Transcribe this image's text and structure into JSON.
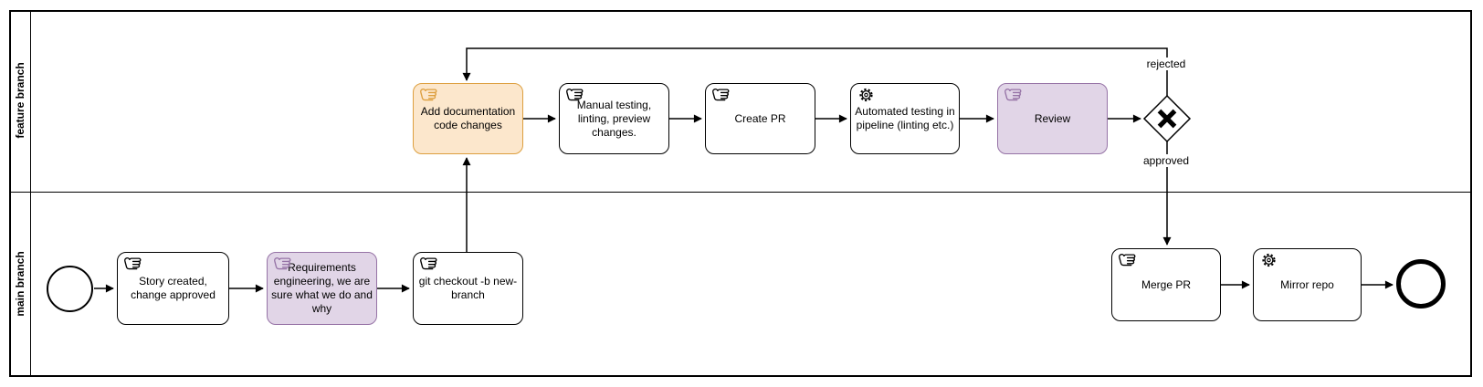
{
  "diagram_type": "BPMN process diagram",
  "lanes": [
    {
      "label": "feature branch"
    },
    {
      "label": "main branch"
    }
  ],
  "nodes": {
    "start_event": {
      "type": "start-event"
    },
    "story_created": {
      "label": "Story created, change approved",
      "type": "manual-task",
      "style": "default"
    },
    "requirements": {
      "label": "Requirements engineering, we are sure what we do and why",
      "type": "manual-task",
      "style": "purple"
    },
    "git_checkout": {
      "label": "git checkout -b new-branch",
      "type": "manual-task",
      "style": "default"
    },
    "add_documentation": {
      "label": "Add documentation code changes",
      "type": "manual-task",
      "style": "orange"
    },
    "manual_testing": {
      "label": "Manual testing, linting, preview changes.",
      "type": "manual-task",
      "style": "default"
    },
    "create_pr": {
      "label": "Create PR",
      "type": "manual-task",
      "style": "default"
    },
    "automated_testing": {
      "label": "Automated testing in pipeline (linting etc.)",
      "type": "service-task",
      "style": "default"
    },
    "review": {
      "label": "Review",
      "type": "manual-task",
      "style": "purple"
    },
    "decision_gateway": {
      "type": "exclusive-gateway"
    },
    "merge_pr": {
      "label": "Merge PR",
      "type": "manual-task",
      "style": "default"
    },
    "mirror_repo": {
      "label": "Mirror repo",
      "type": "service-task",
      "style": "default"
    },
    "end_event": {
      "type": "end-event"
    }
  },
  "edge_labels": {
    "rejected": "rejected",
    "approved": "approved"
  },
  "colors": {
    "background": "#FFFFFF",
    "default_stroke": "#000000",
    "highlight_orange_fill": "#FCE7CC",
    "highlight_orange_stroke": "#DD9F3F",
    "highlight_purple_fill": "#E1D5E7",
    "highlight_purple_stroke": "#9673A6"
  }
}
